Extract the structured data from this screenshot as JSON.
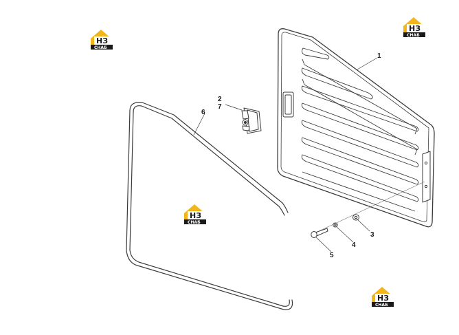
{
  "diagram": {
    "type": "exploded-parts-view",
    "parts": [
      {
        "number": "1",
        "description": "louvered side panel"
      },
      {
        "number": "2",
        "description": "latch"
      },
      {
        "number": "7",
        "description": "latch fastener"
      },
      {
        "number": "6",
        "description": "panel seal"
      },
      {
        "number": "3",
        "description": "washer"
      },
      {
        "number": "4",
        "description": "lock washer"
      },
      {
        "number": "5",
        "description": "bolt"
      }
    ],
    "watermark": {
      "letters": "НЗ",
      "word": "СНАБ",
      "count": 4
    },
    "colors": {
      "line": "#3a3a3a",
      "logo_yellow": "#f2b51c",
      "logo_dark": "#1a1a1a",
      "background": "#ffffff"
    }
  }
}
